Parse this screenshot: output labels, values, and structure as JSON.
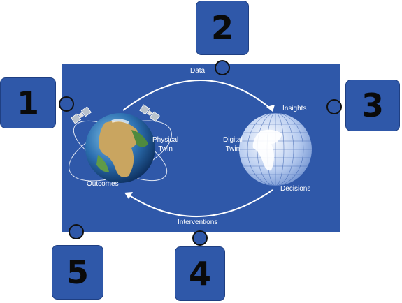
{
  "diagram": {
    "labels": {
      "data": "Data",
      "insights": "Insights",
      "decisions": "Decisions",
      "interventions": "Interventions",
      "outcomes": "Outcomes",
      "physical_twin": "Physical\nTwin",
      "digital_twin": "Digital\nTwin"
    },
    "callouts": [
      "1",
      "2",
      "3",
      "4",
      "5"
    ]
  },
  "colors": {
    "panel": "#2f58a9",
    "text": "#ffffff",
    "callout_digit": "#0a0a0a"
  }
}
